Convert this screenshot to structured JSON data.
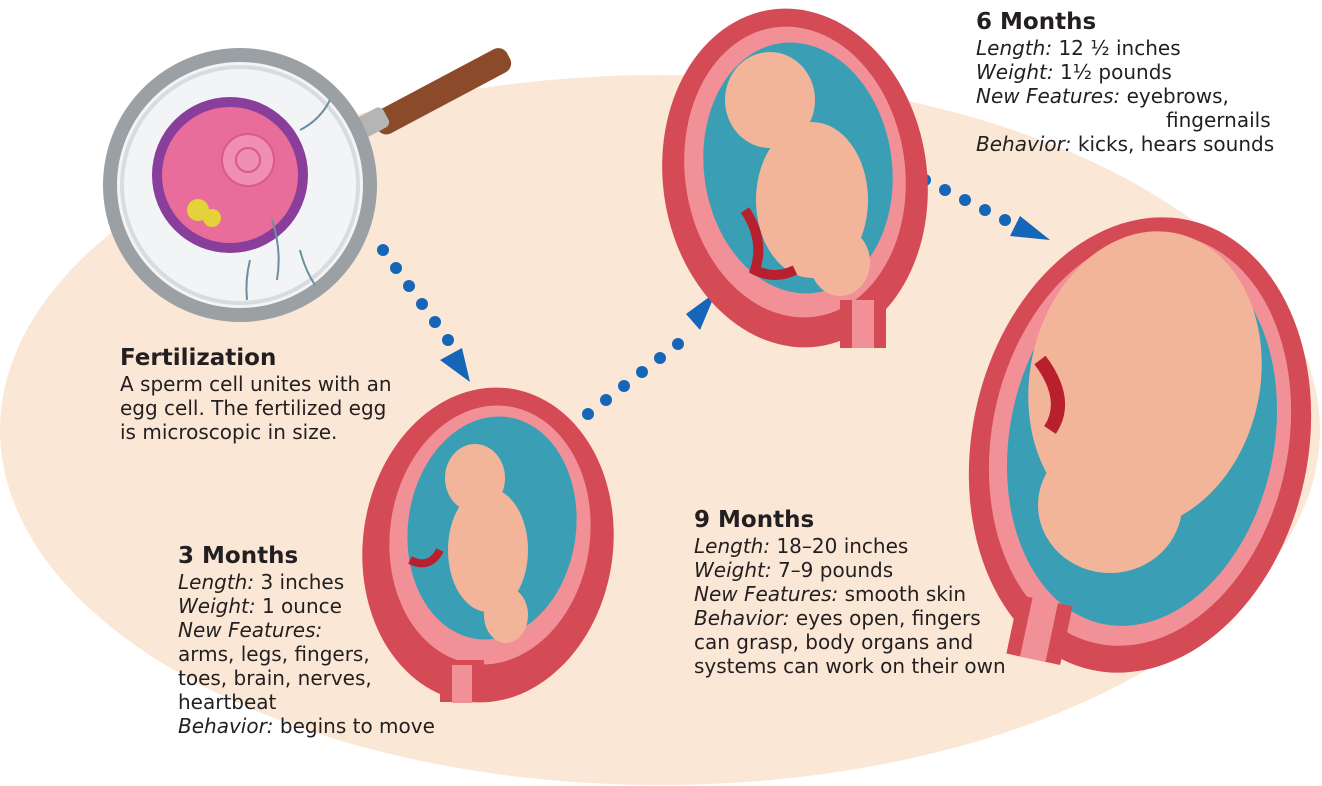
{
  "fertilization": {
    "title": "Fertilization",
    "lines": [
      "A sperm cell unites with an",
      "egg cell. The fertilized egg",
      "is microscopic in size."
    ]
  },
  "three_months": {
    "title": "3 Months",
    "length_label": "Length:",
    "length_value": "3 inches",
    "weight_label": "Weight:",
    "weight_value": "1 ounce",
    "features_label": "New Features:",
    "features_lines": [
      "arms, legs, fingers,",
      "toes, brain, nerves,",
      "heartbeat"
    ],
    "behavior_label": "Behavior:",
    "behavior_value": "begins to move"
  },
  "six_months": {
    "title": "6 Months",
    "length_label": "Length:",
    "length_value": "12 ½ inches",
    "weight_label": "Weight:",
    "weight_value": "1½ pounds",
    "features_label": "New Features:",
    "features_value": "eyebrows,",
    "features_cont": "fingernails",
    "behavior_label": "Behavior:",
    "behavior_value": "kicks, hears sounds"
  },
  "nine_months": {
    "title": "9 Months",
    "length_label": "Length:",
    "length_value": "18–20 inches",
    "weight_label": "Weight:",
    "weight_value": "7–9 pounds",
    "features_label": "New Features:",
    "features_value": "smooth skin",
    "behavior_label": "Behavior:",
    "behavior_value": "eyes open, fingers",
    "behavior_lines": [
      "can grasp, body organs and",
      "systems can work on their own"
    ]
  },
  "colors": {
    "background_oval": "#fbe7d6",
    "arrow_dots": "#1565b8",
    "uterus_wall": "#d44a55",
    "amniotic_fluid": "#3a9fb5",
    "fetus_skin": "#f3b59a",
    "egg_cell": "#e96d9a",
    "egg_membrane": "#8a3e9c"
  }
}
